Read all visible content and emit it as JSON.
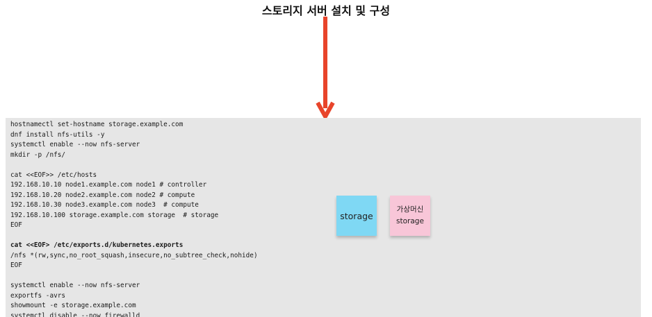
{
  "title": "스토리지 서버 설치 및 구성",
  "arrow_color": "#e8442a",
  "code_lines": [
    {
      "text": "hostnamectl set-hostname storage.example.com",
      "bold": false
    },
    {
      "text": "dnf install nfs-utils -y",
      "bold": false
    },
    {
      "text": "systemctl enable --now nfs-server",
      "bold": false
    },
    {
      "text": "mkdir -p /nfs/",
      "bold": false
    },
    {
      "text": "",
      "bold": false
    },
    {
      "text": "cat <<EOF>> /etc/hosts",
      "bold": false
    },
    {
      "text": "192.168.10.10 node1.example.com node1 # controller",
      "bold": false
    },
    {
      "text": "192.168.10.20 node2.example.com node2 # compute",
      "bold": false
    },
    {
      "text": "192.168.10.30 node3.example.com node3  # compute",
      "bold": false
    },
    {
      "text": "192.168.10.100 storage.example.com storage  # storage",
      "bold": false
    },
    {
      "text": "EOF",
      "bold": false
    },
    {
      "text": "",
      "bold": false
    },
    {
      "text": "cat <<EOF> /etc/exports.d/kubernetes.exports",
      "bold": true
    },
    {
      "text": "/nfs *(rw,sync,no_root_squash,insecure,no_subtree_check,nohide)",
      "bold": false
    },
    {
      "text": "EOF",
      "bold": false
    },
    {
      "text": "",
      "bold": false
    },
    {
      "text": "systemctl enable --now nfs-server",
      "bold": false
    },
    {
      "text": "exportfs -avrs",
      "bold": false
    },
    {
      "text": "showmount -e storage.example.com",
      "bold": false
    },
    {
      "text": "systemctl disable --now firewalld",
      "bold": false
    }
  ],
  "sticky_notes": {
    "storage": {
      "label": "storage",
      "color": "#7fd8f4"
    },
    "vm_storage": {
      "line1": "가상머신",
      "line2": "storage",
      "color": "#f8c6d8"
    }
  }
}
